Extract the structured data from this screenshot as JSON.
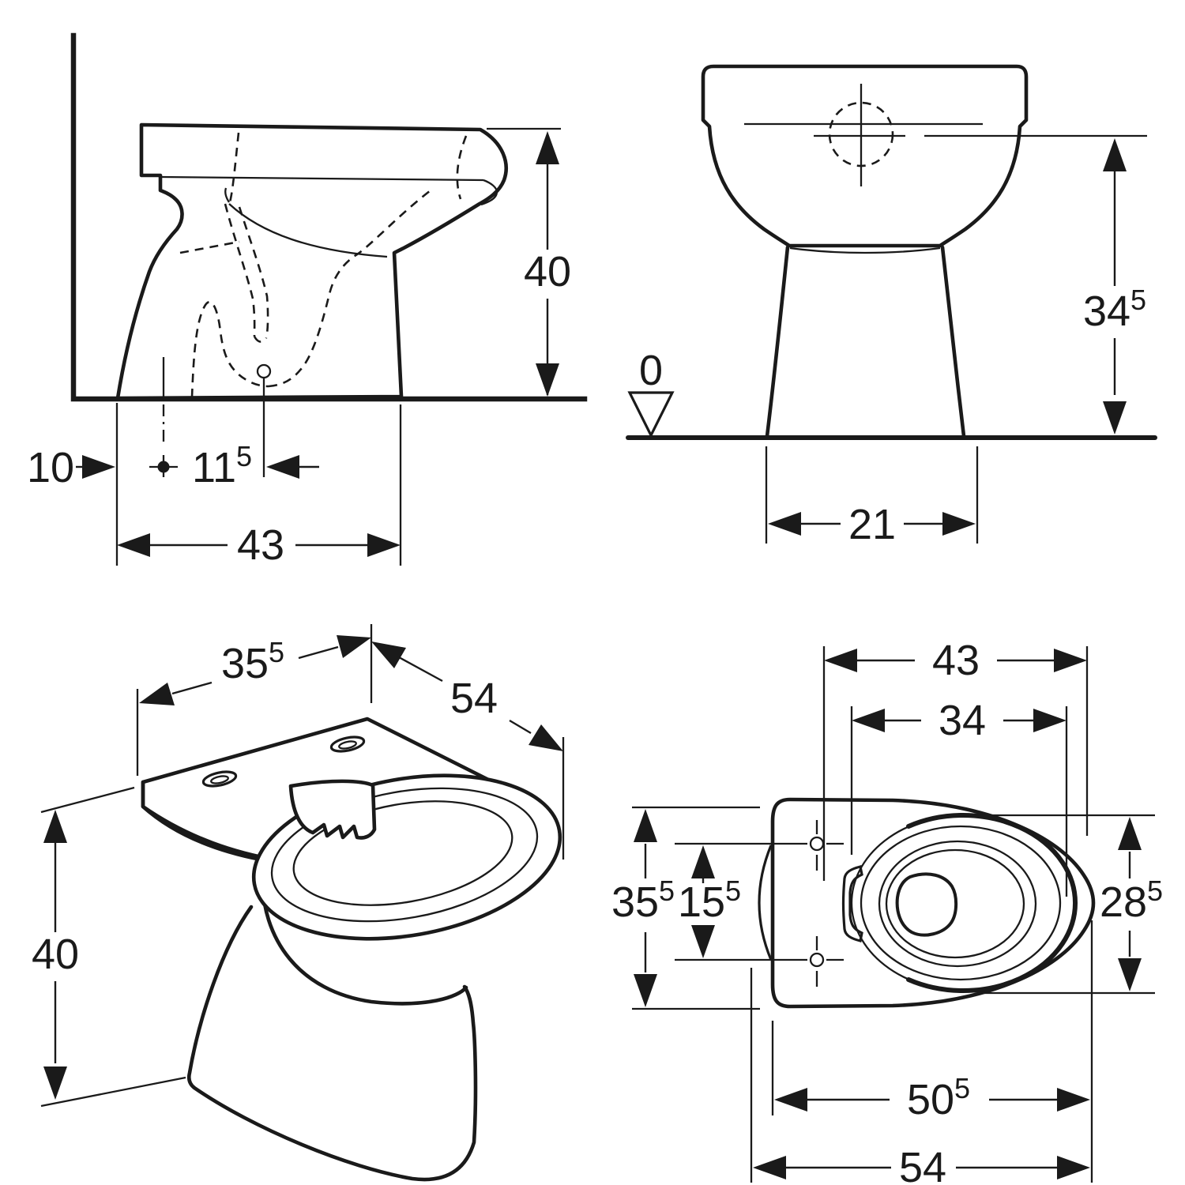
{
  "page": {
    "background": "#ffffff",
    "ink": "#1a1a1a"
  },
  "diagram": {
    "type": "technical-dimension-drawing",
    "subject": "floor-standing toilet, four orthographic/perspective views",
    "units": "cm",
    "views": {
      "side": {
        "name": "side elevation",
        "dims": {
          "height_40": {
            "value": "40",
            "sup": ""
          },
          "wall_10": {
            "value": "10",
            "sup": ""
          },
          "outlet_115": {
            "value": "11",
            "sup": "5"
          },
          "depth_43": {
            "value": "43",
            "sup": ""
          }
        }
      },
      "front": {
        "name": "front elevation",
        "dims": {
          "inlet_345": {
            "value": "34",
            "sup": "5"
          },
          "datum_0": {
            "value": "0",
            "sup": ""
          },
          "width_21": {
            "value": "21",
            "sup": ""
          }
        }
      },
      "perspective": {
        "name": "isometric view",
        "dims": {
          "width_355": {
            "value": "35",
            "sup": "5"
          },
          "depth_54": {
            "value": "54",
            "sup": ""
          },
          "height_40": {
            "value": "40",
            "sup": ""
          }
        }
      },
      "plan": {
        "name": "top view",
        "dims": {
          "depth_43": {
            "value": "43",
            "sup": ""
          },
          "seat_34": {
            "value": "34",
            "sup": ""
          },
          "width_355": {
            "value": "35",
            "sup": "5"
          },
          "holes_155": {
            "value": "15",
            "sup": "5"
          },
          "bowl_285": {
            "value": "28",
            "sup": "5"
          },
          "front_505": {
            "value": "50",
            "sup": "5"
          },
          "overall_54": {
            "value": "54",
            "sup": ""
          }
        }
      }
    }
  }
}
